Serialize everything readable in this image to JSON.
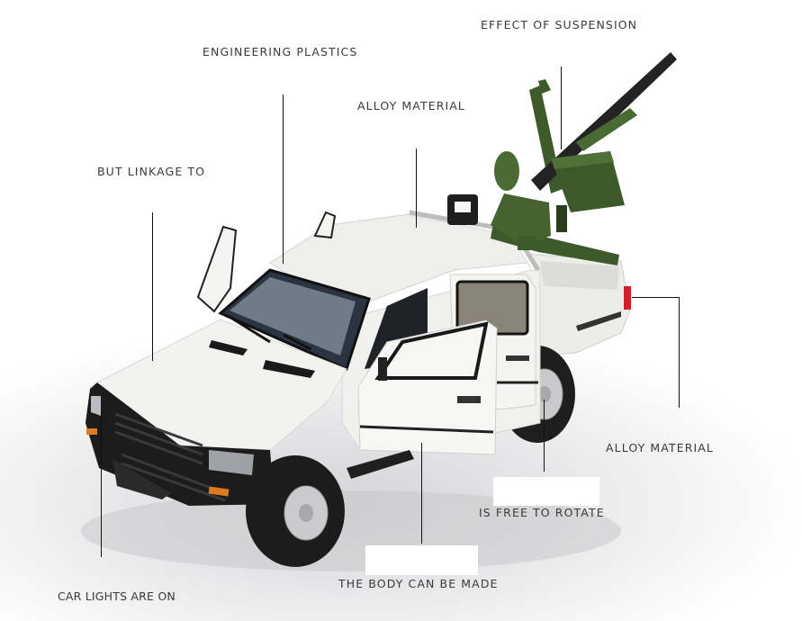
{
  "callouts": [
    {
      "id": "suspension",
      "text": "EFFECT OF SUSPENSION"
    },
    {
      "id": "plastics",
      "text": "ENGINEERING PLASTICS"
    },
    {
      "id": "alloy_top",
      "text": "ALLOY MATERIAL"
    },
    {
      "id": "linkage",
      "text": "BUT LINKAGE TO"
    },
    {
      "id": "alloy_right",
      "text": "ALLOY MATERIAL"
    },
    {
      "id": "rotate",
      "text": "IS FREE TO ROTATE"
    },
    {
      "id": "body",
      "text": "THE BODY CAN BE MADE"
    },
    {
      "id": "lights",
      "text": "CAR LIGHTS ARE ON"
    }
  ],
  "product": {
    "subject": "white pickup truck model with mounted green machine gun",
    "colors": {
      "body": "#f2f2f0",
      "trim": "#1c1c1c",
      "gun_green": "#3f5a2a",
      "gun_barrel": "#222222",
      "tail_light": "#d0202a",
      "indicator": "#e07a1f"
    }
  }
}
